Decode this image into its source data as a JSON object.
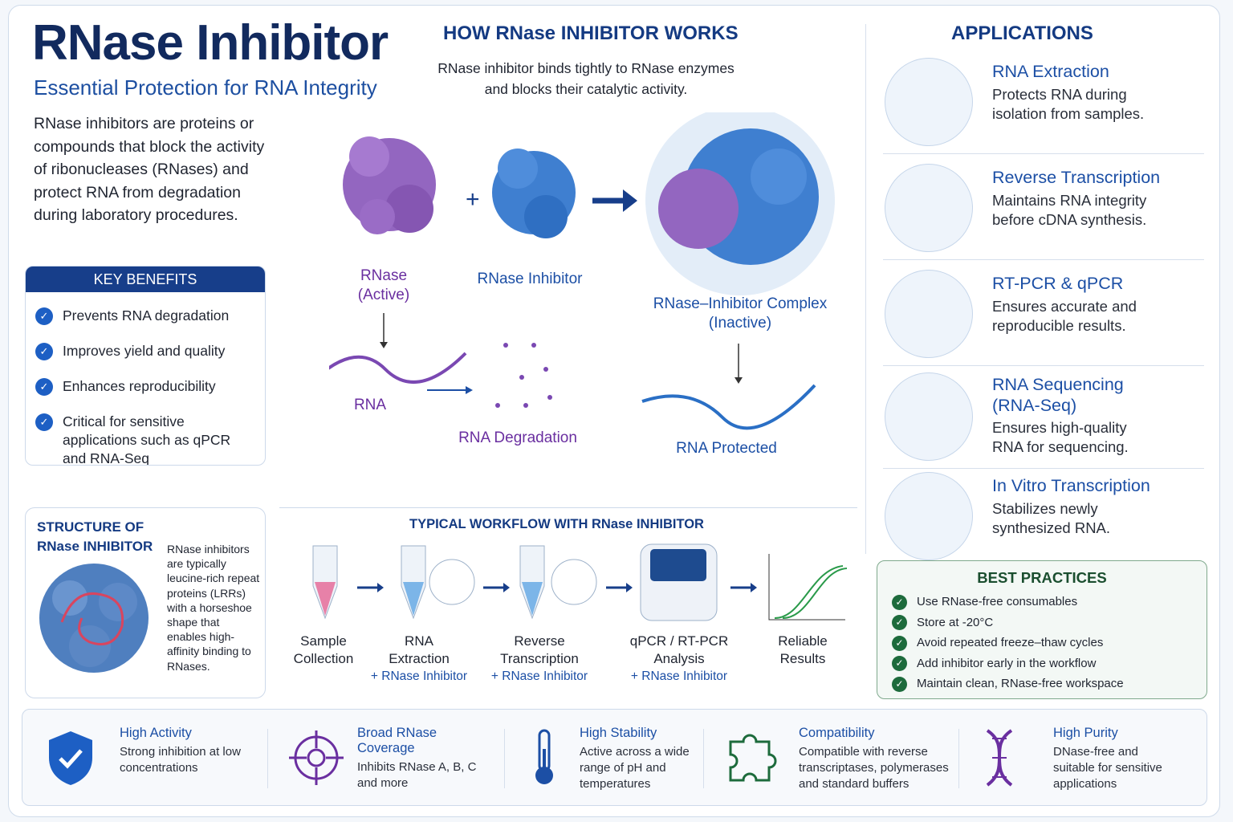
{
  "header": {
    "title": "RNase Inhibitor",
    "subtitle": "Essential Protection for RNA Integrity",
    "intro": "RNase inhibitors are proteins or compounds that block the activity of ribonucleases (RNases) and protect RNA from degradation during laboratory procedures."
  },
  "benefits": {
    "title": "KEY BENEFITS",
    "items": [
      "Prevents RNA degradation",
      "Improves yield and quality",
      "Enhances reproducibility",
      "Critical for sensitive applications such as qPCR and RNA-Seq"
    ]
  },
  "structure": {
    "title_line1": "STRUCTURE OF",
    "title_line2": "RNase INHIBITOR",
    "text": "RNase inhibitors are typically leucine-rich repeat proteins (LRRs) with a horseshoe shape that enables high-affinity binding to RNases."
  },
  "mechanism": {
    "title": "HOW RNase INHIBITOR WORKS",
    "description_line1": "RNase inhibitor binds tightly to RNase enzymes",
    "description_line2": "and blocks their catalytic activity.",
    "plus": "+",
    "rnase_line1": "RNase",
    "rnase_line2": "(Active)",
    "inhibitor": "RNase Inhibitor",
    "complex_line1": "RNase–Inhibitor Complex",
    "complex_line2": "(Inactive)",
    "rna": "RNA",
    "degradation": "RNA Degradation",
    "protected": "RNA Protected"
  },
  "workflow": {
    "title": "TYPICAL WORKFLOW WITH RNase INHIBITOR",
    "steps": [
      {
        "line1": "Sample",
        "line2": "Collection",
        "add": ""
      },
      {
        "line1": "RNA",
        "line2": "Extraction",
        "add": "+ RNase Inhibitor"
      },
      {
        "line1": "Reverse",
        "line2": "Transcription",
        "add": "+ RNase Inhibitor"
      },
      {
        "line1": "qPCR / RT-PCR",
        "line2": "Analysis",
        "add": "+ RNase Inhibitor"
      },
      {
        "line1": "Reliable",
        "line2": "Results",
        "add": ""
      }
    ]
  },
  "applications": {
    "title": "APPLICATIONS",
    "items": [
      {
        "title": "RNA Extraction",
        "desc": "Protects RNA during isolation from samples.",
        "icon": "tube-icon"
      },
      {
        "title": "Reverse Transcription",
        "desc": "Maintains RNA integrity before cDNA synthesis.",
        "icon": "rna-strand-icon"
      },
      {
        "title": "RT-PCR & qPCR",
        "desc": "Ensures accurate and reproducible results.",
        "icon": "amplification-curve-icon"
      },
      {
        "title": "RNA Sequencing (RNA-Seq)",
        "desc": "Ensures high-quality RNA for sequencing.",
        "icon": "sequencer-icon"
      },
      {
        "title": "In Vitro Transcription",
        "desc": "Stabilizes newly synthesized RNA.",
        "icon": "dna-icon"
      }
    ]
  },
  "best_practices": {
    "title": "BEST PRACTICES",
    "items": [
      "Use RNase-free consumables",
      "Store at -20°C",
      "Avoid repeated freeze–thaw cycles",
      "Add inhibitor early in the workflow",
      "Maintain clean, RNase-free workspace"
    ]
  },
  "features": [
    {
      "title": "High Activity",
      "desc": "Strong inhibition at low concentrations"
    },
    {
      "title": "Broad RNase Coverage",
      "desc": "Inhibits RNase A, B, C and more"
    },
    {
      "title": "High Stability",
      "desc": "Active across a wide range of pH and temperatures"
    },
    {
      "title": "Compatibility",
      "desc": "Compatible with reverse transcriptases, polymerases and standard buffers"
    },
    {
      "title": "High Purity",
      "desc": "DNase-free and suitable for sensitive applications"
    }
  ],
  "colors": {
    "navy": "#122a5e",
    "blue": "#1c4fa5",
    "purple": "#6a2fa0",
    "green": "#1d6b3c"
  }
}
